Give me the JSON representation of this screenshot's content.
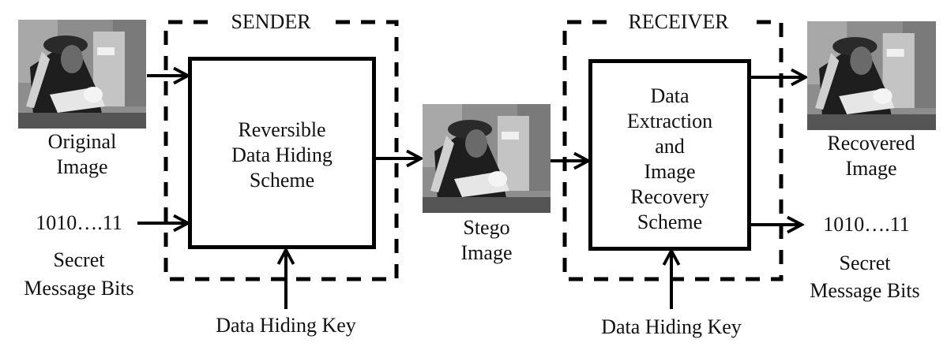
{
  "diagram": {
    "sender": {
      "title": "SENDER",
      "block": {
        "lines": [
          "Reversible",
          "Data Hiding",
          "Scheme"
        ]
      }
    },
    "receiver": {
      "title": "RECEIVER",
      "block": {
        "lines": [
          "Data",
          "Extraction",
          "and",
          "Image",
          "Recovery",
          "Scheme"
        ]
      }
    },
    "inputs": {
      "original_image": {
        "label_lines": [
          "Original",
          "Image"
        ]
      },
      "secret_bits": {
        "value": "1010….11",
        "label_lines": [
          "Secret",
          "Message Bits"
        ]
      },
      "key": {
        "label": "Data Hiding Key"
      }
    },
    "intermediate": {
      "stego_image": {
        "label_lines": [
          "Stego",
          "Image"
        ]
      }
    },
    "outputs": {
      "recovered_image": {
        "label_lines": [
          "Recovered",
          "Image"
        ]
      },
      "secret_bits": {
        "value": "1010….11",
        "label_lines": [
          "Secret",
          "Message Bits"
        ]
      },
      "key": {
        "label": "Data Hiding Key"
      }
    },
    "photo_icon": "grayscale-photo-pirate-man",
    "colors": {
      "line": "#000000",
      "background": "#ffffff",
      "text": "#111111"
    }
  }
}
